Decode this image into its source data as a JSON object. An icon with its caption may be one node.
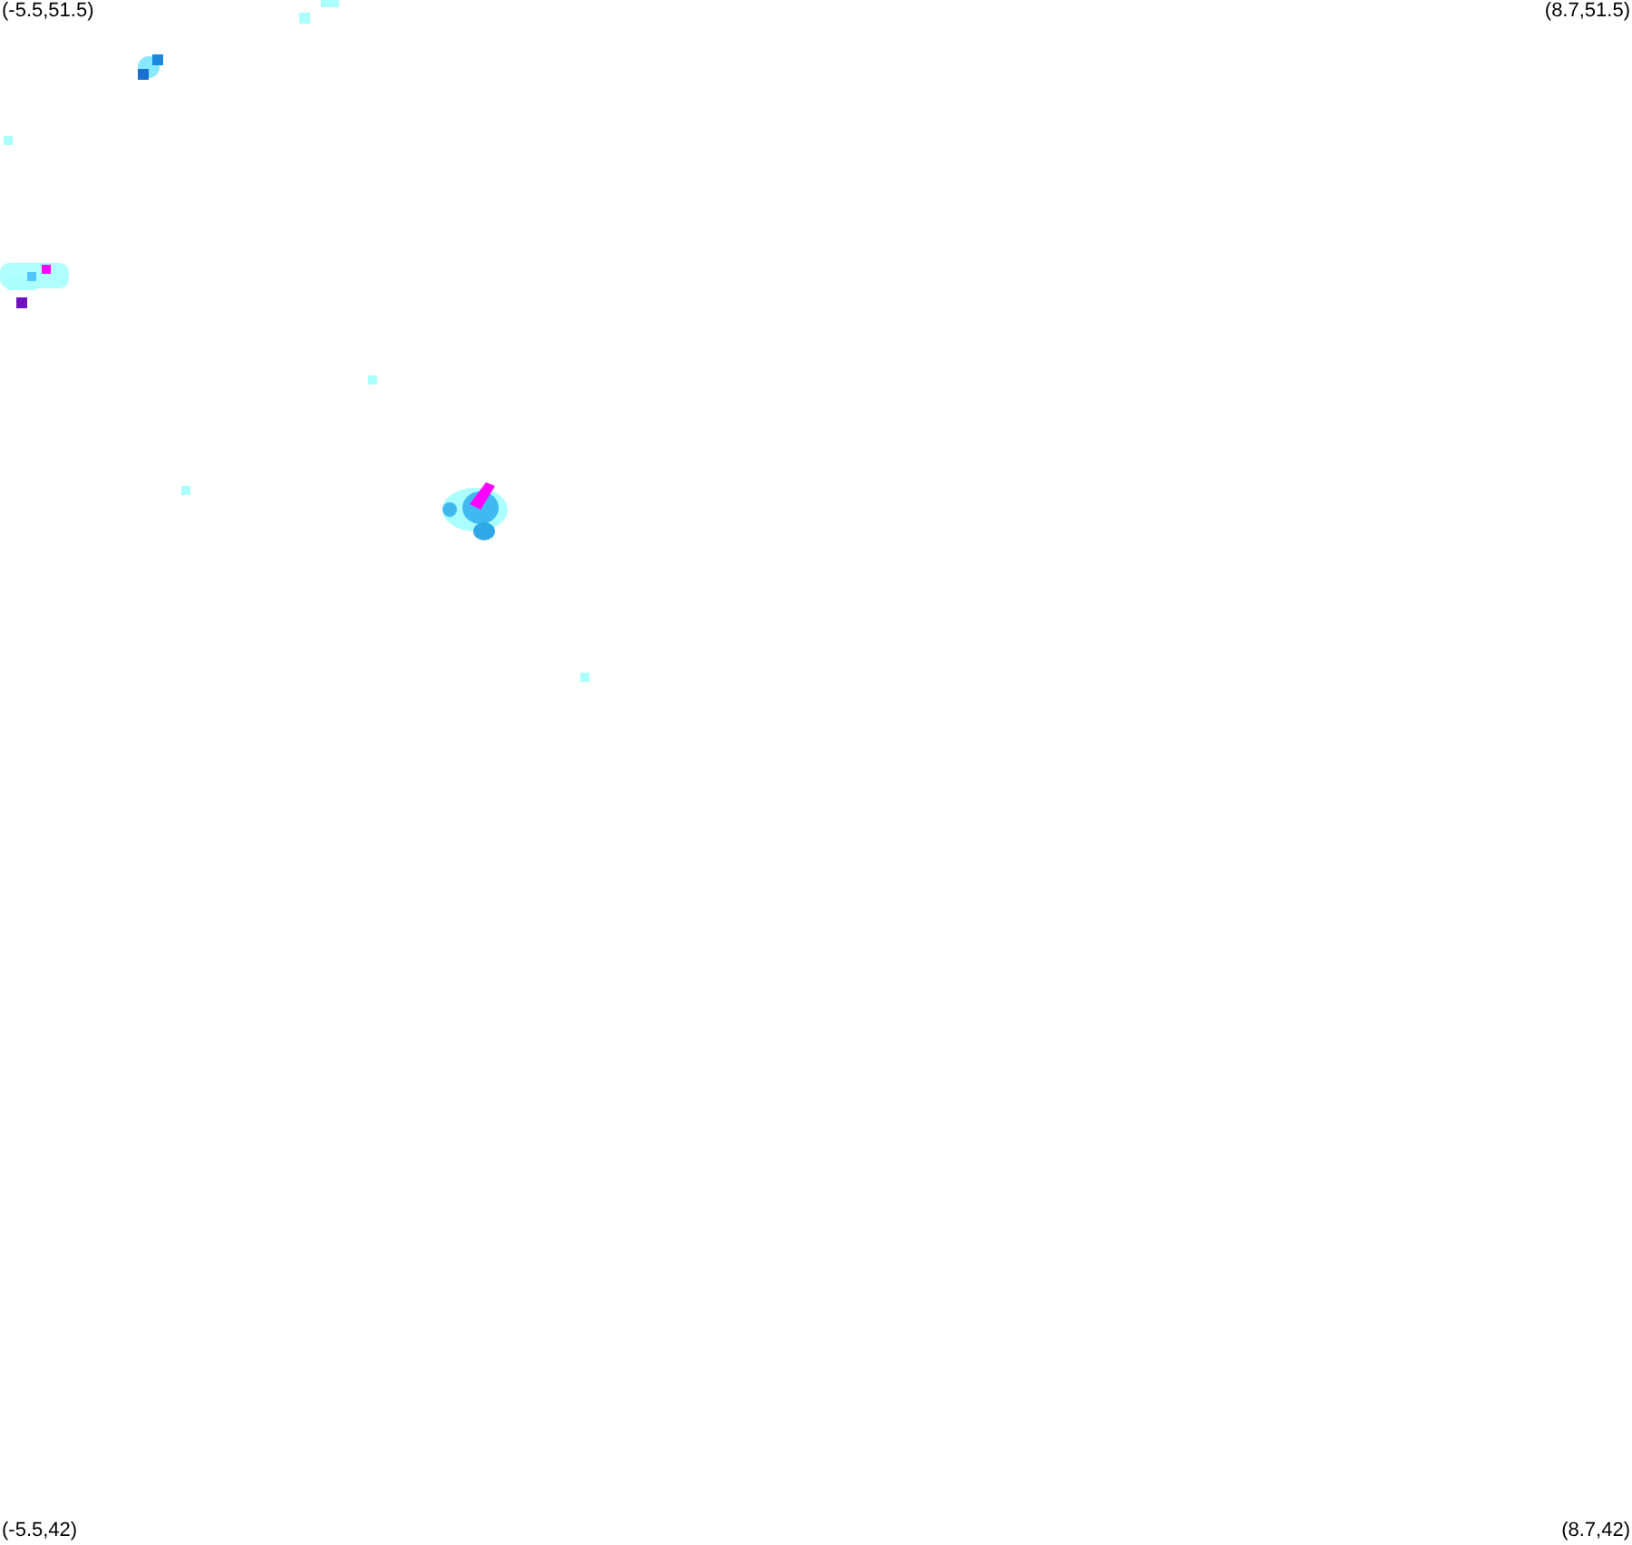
{
  "diagram": {
    "labels": [
      "(-5.5,51.5)",
      "(8.7,51.5)",
      "(-5.5,42)",
      "(8.7,42)"
    ]
  }
}
